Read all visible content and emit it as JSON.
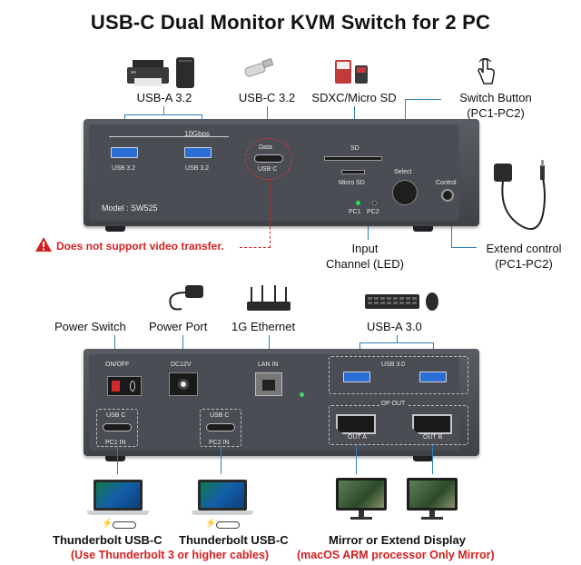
{
  "title": "USB-C Dual Monitor KVM Switch for 2 PC",
  "top_labels": {
    "usb_a": "USB-A 3.2",
    "usb_c": "USB-C 3.2",
    "sd": "SDXC/Micro SD",
    "switch_button": "Switch Button",
    "switch_button_sub": "(PC1-PC2)",
    "input": "Input",
    "input_sub": "Channel (LED)",
    "extend": "Extend control",
    "extend_sub": "(PC1-PC2)",
    "warning": "Does not support video transfer."
  },
  "front_panel": {
    "speed": "10Gbps",
    "usb32_a": "USB 3.2",
    "usb32_b": "USB 3.2",
    "data": "Data",
    "usbc": "USB C",
    "sd": "SD",
    "micro_sd": "Micro SD",
    "select": "Select",
    "control": "Control",
    "pc1": "PC1",
    "pc2": "PC2",
    "model": "Model : SW525"
  },
  "mid_labels": {
    "power_switch": "Power Switch",
    "power_port": "Power Port",
    "ethernet": "1G Ethernet",
    "usb_a30": "USB-A 3.0"
  },
  "back_panel": {
    "on_off": "ON/OFF",
    "dc": "DC12V",
    "lan": "LAN IN",
    "usb30": "USB 3.0",
    "usbc1": "USB C",
    "usbc2": "USB C",
    "pc1_in": "PC1 IN",
    "pc2_in": "PC2 IN",
    "dp_out": "DP OUT",
    "out_a": "OUT A",
    "out_b": "OUT B"
  },
  "bottom_labels": {
    "tb1": "Thunderbolt USB-C",
    "tb2": "Thunderbolt USB-C",
    "tb_note": "(Use Thunderbolt 3 or higher cables)",
    "mirror": "Mirror or Extend Display",
    "mirror_note": "(macOS ARM processor Only Mirror)"
  },
  "colors": {
    "line": "#2f7fb8",
    "warning": "#d42020",
    "usb_blue": "#2b6fd6"
  }
}
